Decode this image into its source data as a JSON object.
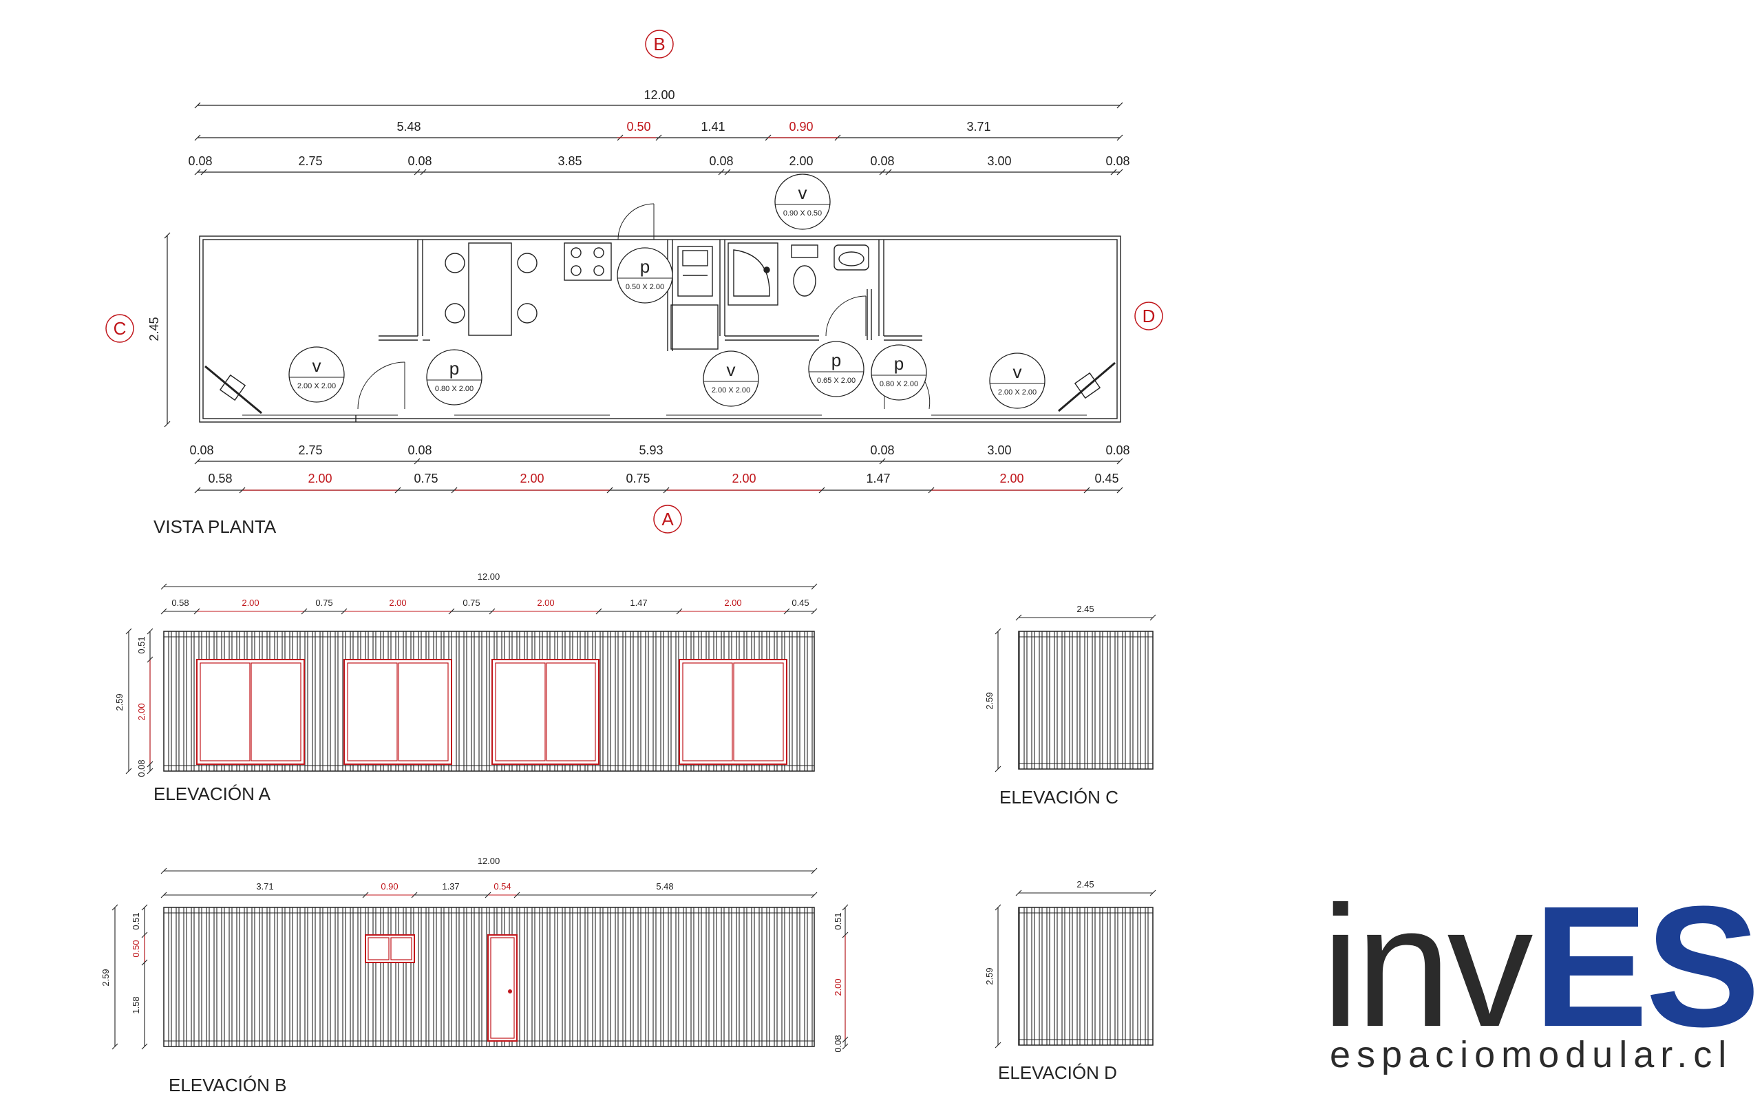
{
  "axes": {
    "a": "A",
    "b": "B",
    "c": "C",
    "d": "D"
  },
  "plan": {
    "title": "VISTA PLANTA",
    "top_total": "12.00",
    "top_mid": [
      "5.48",
      "0.50",
      "1.41",
      "0.90",
      "3.71"
    ],
    "top_detail": [
      "0.08",
      "2.75",
      "0.08",
      "3.85",
      "0.08",
      "2.00",
      "0.08",
      "3.00",
      "0.08"
    ],
    "height": "2.45",
    "bottom_detail": [
      "0.08",
      "2.75",
      "0.08",
      "5.93",
      "0.08",
      "3.00",
      "0.08"
    ],
    "bottom_windows": [
      "0.58",
      "2.00",
      "0.75",
      "2.00",
      "0.75",
      "2.00",
      "1.47",
      "2.00",
      "0.45"
    ],
    "tags": [
      {
        "letter": "v",
        "size": "2.00 X 2.00"
      },
      {
        "letter": "p",
        "size": "0.80 X 2.00"
      },
      {
        "letter": "p",
        "size": "0.50 X 2.00"
      },
      {
        "letter": "v",
        "size": "2.00 X 2.00"
      },
      {
        "letter": "v",
        "size": "0.90 X 0.50"
      },
      {
        "letter": "p",
        "size": "0.65 X 2.00"
      },
      {
        "letter": "p",
        "size": "0.80 X 2.00"
      },
      {
        "letter": "v",
        "size": "2.00 X 2.00"
      }
    ]
  },
  "elev_a": {
    "title": "ELEVACIÓN  A",
    "total": "12.00",
    "chain": [
      "0.58",
      "2.00",
      "0.75",
      "2.00",
      "0.75",
      "2.00",
      "1.47",
      "2.00",
      "0.45"
    ],
    "height": "2.59",
    "v_chain": [
      "0.51",
      "2.00",
      "0.08"
    ]
  },
  "elev_b": {
    "title": "ELEVACIÓN  B",
    "total": "12.00",
    "chain": [
      "3.71",
      "0.90",
      "1.37",
      "0.54",
      "5.48"
    ],
    "height": "2.59",
    "v_chain_left": [
      "0.51",
      "0.50",
      "1.58"
    ],
    "v_chain_right": [
      "0.51",
      "2.00",
      "0.08"
    ]
  },
  "elev_c": {
    "title": "ELEVACIÓN  C",
    "width": "2.45",
    "height": "2.59"
  },
  "elev_d": {
    "title": "ELEVACIÓN  D",
    "width": "2.45",
    "height": "2.59"
  },
  "logo": {
    "part1": "inv",
    "part2": "ES",
    "tagline": "espaciomodular.cl"
  },
  "colors": {
    "line": "#222222",
    "accent": "#c0161b",
    "brand_blue": "#1c3f94",
    "brand_dark": "#2b2b2b"
  }
}
